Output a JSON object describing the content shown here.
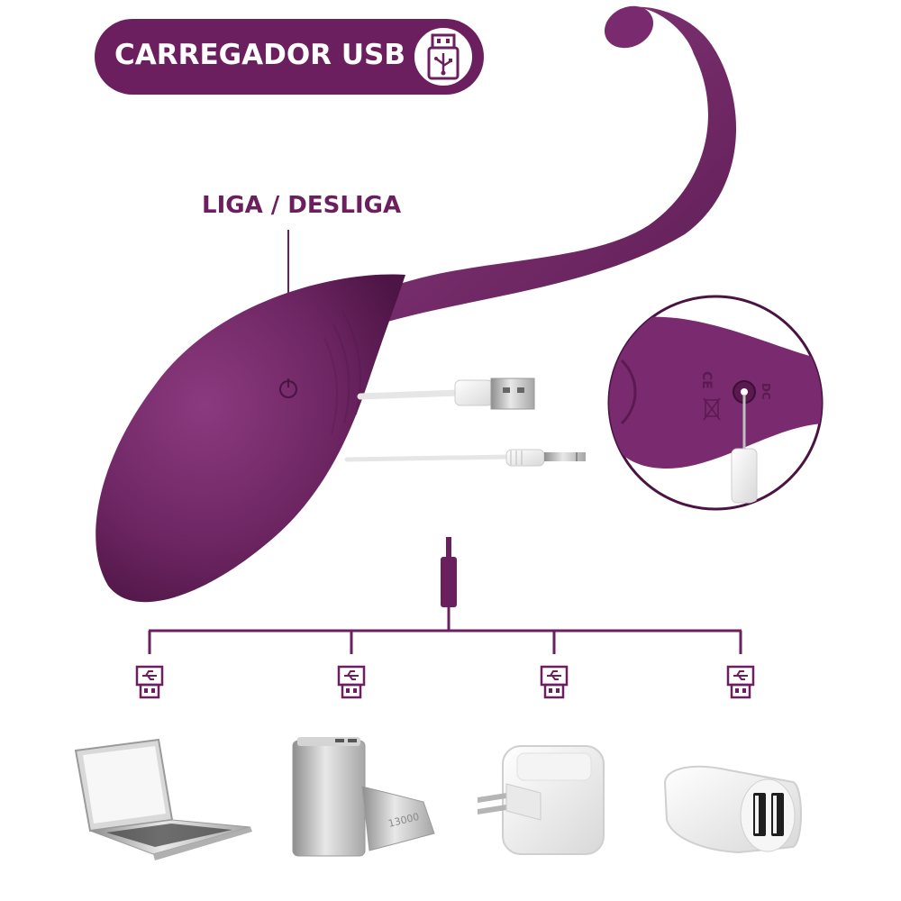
{
  "header": {
    "title": "CARREGADOR USB",
    "icon": "usb-stick-icon"
  },
  "labels": {
    "power_switch": "LIGA / DESLIGA"
  },
  "detail_inset": {
    "marks": [
      "CE",
      "DC"
    ]
  },
  "devices": [
    {
      "name": "laptop"
    },
    {
      "name": "power-bank",
      "printed_text": "13000"
    },
    {
      "name": "wall-charger"
    },
    {
      "name": "car-charger"
    }
  ],
  "colors": {
    "brand_purple": "#6b1f5e",
    "product_purple": "#7a2a6e",
    "background": "#ffffff"
  }
}
